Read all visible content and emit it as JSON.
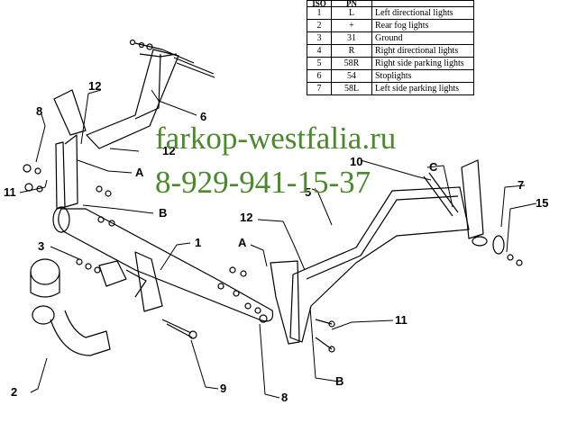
{
  "table": {
    "headers": [
      "ISO",
      "PN",
      ""
    ],
    "rows": [
      {
        "iso": "1",
        "pn": "L",
        "desc": "Left directional lights"
      },
      {
        "iso": "2",
        "pn": "+",
        "desc": "Rear fog lights"
      },
      {
        "iso": "3",
        "pn": "31",
        "desc": "Ground"
      },
      {
        "iso": "4",
        "pn": "R",
        "desc": "Right directional lights"
      },
      {
        "iso": "5",
        "pn": "58R",
        "desc": "Right side parking lights"
      },
      {
        "iso": "6",
        "pn": "54",
        "desc": "Stoplights"
      },
      {
        "iso": "7",
        "pn": "58L",
        "desc": "Left side parking lights"
      }
    ]
  },
  "watermark": {
    "site": "farkop-westfalia.ru",
    "phone": "8-929-941-15-37"
  },
  "callouts": [
    "12",
    "8",
    "11",
    "A",
    "B",
    "12",
    "6",
    "3",
    "1",
    "A",
    "2",
    "9",
    "8",
    "12",
    "5",
    "10",
    "C",
    "7",
    "15",
    "11",
    "B"
  ]
}
